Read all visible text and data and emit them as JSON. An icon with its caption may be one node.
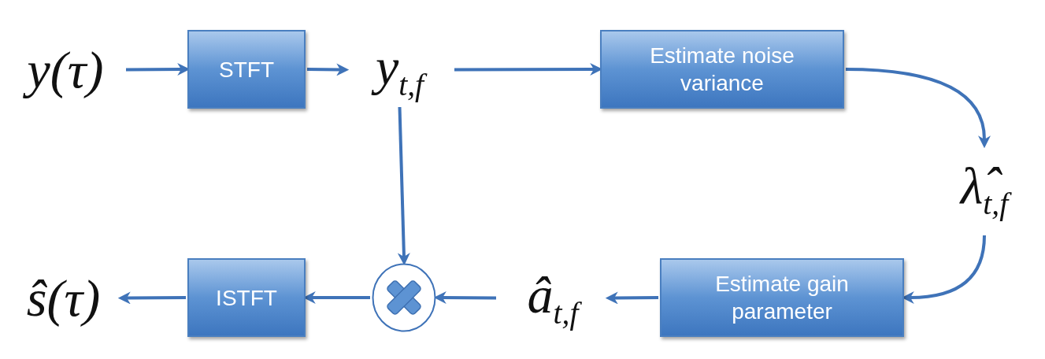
{
  "diagram": {
    "nodes": [
      {
        "text": [
          "y(τ)"
        ]
      },
      {
        "text": [
          "STFT"
        ]
      },
      {
        "text": [
          "y$_{t,f}$"
        ]
      },
      {
        "text": [
          "Estimate noise variance"
        ]
      },
      {
        "text": [
          "λ̂$_{t,f}$"
        ]
      },
      {
        "text": [
          "Estimate gain parameter"
        ]
      },
      {
        "text": [
          "â$_{t,f}$"
        ]
      },
      {
        "text": [],
        "shape": "circle"
      },
      {
        "text": [
          "ISTFT"
        ]
      },
      {
        "text": [
          "ŝ(τ)"
        ]
      }
    ],
    "edges": [
      {
        "from": 0,
        "to": 1,
        "arrow": "to"
      },
      {
        "from": 1,
        "to": 2,
        "arrow": "to"
      },
      {
        "from": 2,
        "to": 3,
        "arrow": "to"
      },
      {
        "from": 3,
        "to": 4,
        "arrow": "to"
      },
      {
        "from": 4,
        "to": 5,
        "arrow": "to"
      },
      {
        "from": 5,
        "to": 6,
        "arrow": "to"
      },
      {
        "from": 6,
        "to": 7,
        "arrow": "to"
      },
      {
        "from": 2,
        "to": 7,
        "arrow": "to"
      },
      {
        "from": 7,
        "to": 8,
        "arrow": "to"
      },
      {
        "from": 8,
        "to": 9,
        "arrow": "to"
      }
    ]
  }
}
